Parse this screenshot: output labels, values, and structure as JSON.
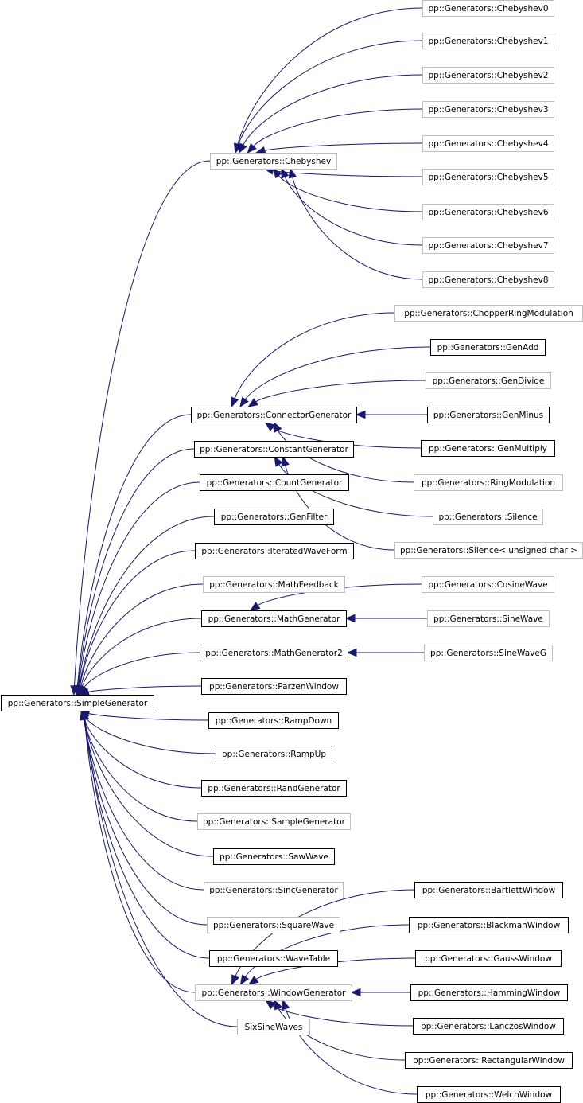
{
  "nodes": {
    "simple": "pp::Generators::SimpleGenerator",
    "chebyshev": "pp::Generators::Chebyshev",
    "cheb0": "pp::Generators::Chebyshev0",
    "cheb1": "pp::Generators::Chebyshev1",
    "cheb2": "pp::Generators::Chebyshev2",
    "cheb3": "pp::Generators::Chebyshev3",
    "cheb4": "pp::Generators::Chebyshev4",
    "cheb5": "pp::Generators::Chebyshev5",
    "cheb6": "pp::Generators::Chebyshev6",
    "cheb7": "pp::Generators::Chebyshev7",
    "cheb8": "pp::Generators::Chebyshev8",
    "chopper": "pp::Generators::ChopperRingModulation",
    "genadd": "pp::Generators::GenAdd",
    "gendivide": "pp::Generators::GenDivide",
    "connector": "pp::Generators::ConnectorGenerator",
    "genminus": "pp::Generators::GenMinus",
    "constant": "pp::Generators::ConstantGenerator",
    "genmultiply": "pp::Generators::GenMultiply",
    "ringmod": "pp::Generators::RingModulation",
    "count": "pp::Generators::CountGenerator",
    "genfilter": "pp::Generators::GenFilter",
    "silence": "pp::Generators::Silence",
    "iterated": "pp::Generators::IteratedWaveForm",
    "silencechar": "pp::Generators::Silence< unsigned char >",
    "mathfeedback": "pp::Generators::MathFeedback",
    "cosine": "pp::Generators::CosineWave",
    "mathgen": "pp::Generators::MathGenerator",
    "sine": "pp::Generators::SineWave",
    "mathgen2": "pp::Generators::MathGenerator2",
    "sineg": "pp::Generators::SineWaveG",
    "parzen": "pp::Generators::ParzenWindow",
    "rampdown": "pp::Generators::RampDown",
    "rampup": "pp::Generators::RampUp",
    "rand": "pp::Generators::RandGenerator",
    "sample": "pp::Generators::SampleGenerator",
    "saw": "pp::Generators::SawWave",
    "sinc": "pp::Generators::SincGenerator",
    "bartlett": "pp::Generators::BartlettWindow",
    "square": "pp::Generators::SquareWave",
    "blackman": "pp::Generators::BlackmanWindow",
    "wavetable": "pp::Generators::WaveTable",
    "gauss": "pp::Generators::GaussWindow",
    "window": "pp::Generators::WindowGenerator",
    "hamming": "pp::Generators::HammingWindow",
    "lanczos": "pp::Generators::LanczosWindow",
    "sixsine": "SixSineWaves",
    "rectangular": "pp::Generators::RectangularWindow",
    "welch": "pp::Generators::WelchWindow"
  },
  "colors": {
    "edge": "#191970",
    "documented_border": "#000000",
    "undocumented_border": "#bfbfbf",
    "node_fill": "#ffffff",
    "text": "#000000"
  }
}
